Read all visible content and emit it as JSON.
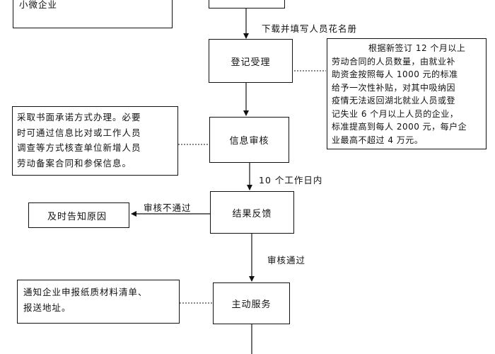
{
  "top_left_note": {
    "text": "小微企业"
  },
  "edge_labels": {
    "download": "下载并填写人员花名册",
    "ten_days": "10 个工作日内",
    "not_passed": "审核不通过",
    "passed": "审核通过"
  },
  "steps": {
    "registration": "登记受理",
    "review": "信息审核",
    "feedback": "结果反馈",
    "service": "主动服务"
  },
  "notes": {
    "subsidy": [
      "根据新签订 12 个月以上",
      "劳动合同的人员数量，由就业补",
      "助资金按照每人 1000 元的标准",
      "给予一次性补贴，对其中吸纳因",
      "疫情无法返回湖北就业人员或登",
      "记失业 6 个月以上人员的企业，",
      "标准提高到每人 2000 元，每户企",
      "业最高不超过 4 万元。"
    ],
    "review_method": [
      "采取书面承诺方式办理。必要",
      "时可通过信息比对或工作人员",
      "调查等方式核查单位新增人员",
      "劳动备案合同和参保信息。"
    ],
    "inform_reason": "及时告知原因",
    "service_info": [
      "通知企业申报纸质材料清单、",
      "报送地址。"
    ]
  }
}
